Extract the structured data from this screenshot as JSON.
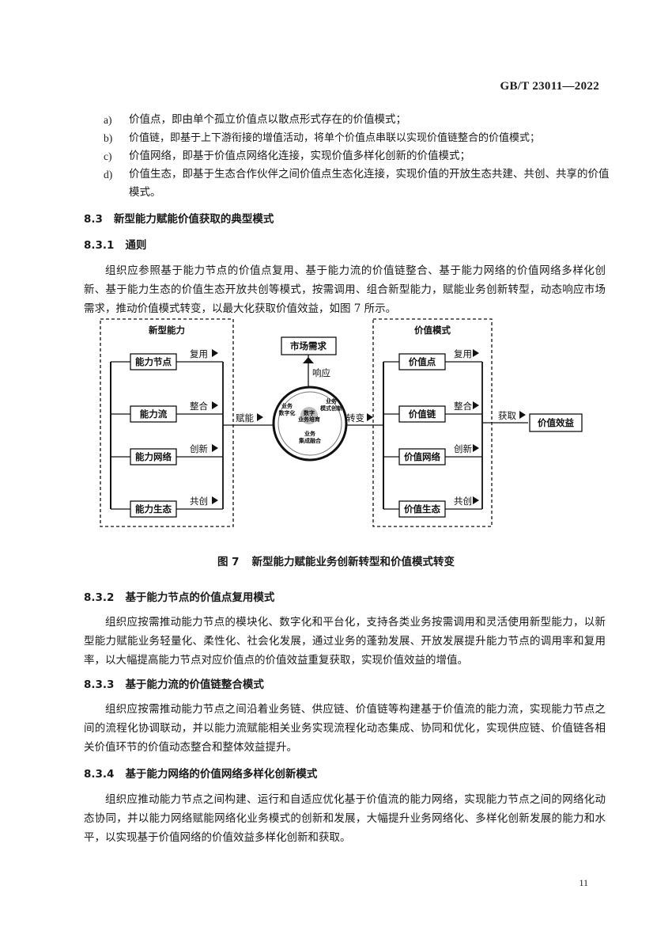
{
  "header": {
    "standard_no": "GB/T 23011—2022"
  },
  "list_items": [
    {
      "marker": "a)",
      "text": "价值点，即由单个孤立价值点以散点形式存在的价值模式；"
    },
    {
      "marker": "b)",
      "text": "价值链，即基于上下游衔接的增值活动，将单个价值点串联以实现价值链整合的价值模式；"
    },
    {
      "marker": "c)",
      "text": "价值网络，即基于价值点网络化连接，实现价值多样化创新的价值模式；"
    },
    {
      "marker": "d)",
      "text": "价值生态，即基于生态合作伙伴之间价值点生态化连接，实现价值的开放生态共建、共创、共享的价值模式。"
    }
  ],
  "sections": {
    "s83": {
      "number": "8.3",
      "title": "新型能力赋能价值获取的典型模式"
    },
    "s831": {
      "number": "8.3.1",
      "title": "通则",
      "body": "组织应参照基于能力节点的价值点复用、基于能力流的价值链整合、基于能力网络的价值网络多样化创新、基于能力生态的价值生态开放共创等模式，按需调用、组合新型能力，赋能业务创新转型，动态响应市场需求，推动价值模式转变，以最大化获取价值效益，如图 7 所示。"
    },
    "s832": {
      "number": "8.3.2",
      "title": "基于能力节点的价值点复用模式",
      "body": "组织应按需推动能力节点的模块化、数字化和平台化，支持各类业务按需调用和灵活使用新型能力，以新型能力赋能业务轻量化、柔性化、社会化发展，通过业务的蓬勃发展、开放发展提升能力节点的调用率和复用率，以大幅提高能力节点对应价值点的价值效益重复获取，实现价值效益的增值。"
    },
    "s833": {
      "number": "8.3.3",
      "title": "基于能力流的价值链整合模式",
      "body": "组织应按需推动能力节点之间沿着业务链、供应链、价值链等构建基于价值流的能力流，实现能力节点之间的流程化协调联动，并以能力流赋能相关业务实现流程化动态集成、协同和优化，实现供应链、价值链各相关价值环节的价值动态整合和整体效益提升。"
    },
    "s834": {
      "number": "8.3.4",
      "title": "基于能力网络的价值网络多样化创新模式",
      "body": "组织应推动能力节点之间构建、运行和自适应优化基于价值流的能力网络，实现能力节点之间的网络化动态协同，并以能力网络赋能网络化业务模式的创新和发展，大幅提升业务网络化、多样化创新发展的能力和水平，以实现基于价值网络的价值效益多样化创新和获取。"
    }
  },
  "figure": {
    "caption_number": "图 7",
    "caption_title": "新型能力赋能业务创新转型和价值模式转变",
    "left_title": "新型能力",
    "left_boxes": [
      "能力节点",
      "能力流",
      "能力网络",
      "能力生态"
    ],
    "left_actions": [
      "复用",
      "整合",
      "创新",
      "共创"
    ],
    "right_title": "价值模式",
    "right_boxes": [
      "价值点",
      "价值链",
      "价值网络",
      "价值生态"
    ],
    "right_actions": [
      "复用",
      "整合",
      "创新",
      "共创"
    ],
    "market_box": "市场需求",
    "respond_label": "响应",
    "empower_label": "赋能",
    "transform_label": "转变",
    "acquire_label": "获取",
    "benefit_box": "价值效益",
    "circle_left": [
      "业务",
      "数字化"
    ],
    "circle_right": [
      "业务",
      "模式创新"
    ],
    "circle_bottom": [
      "业务",
      "集成融合"
    ],
    "circle_center": [
      "数字",
      "业务培育"
    ]
  },
  "page_number": "11"
}
